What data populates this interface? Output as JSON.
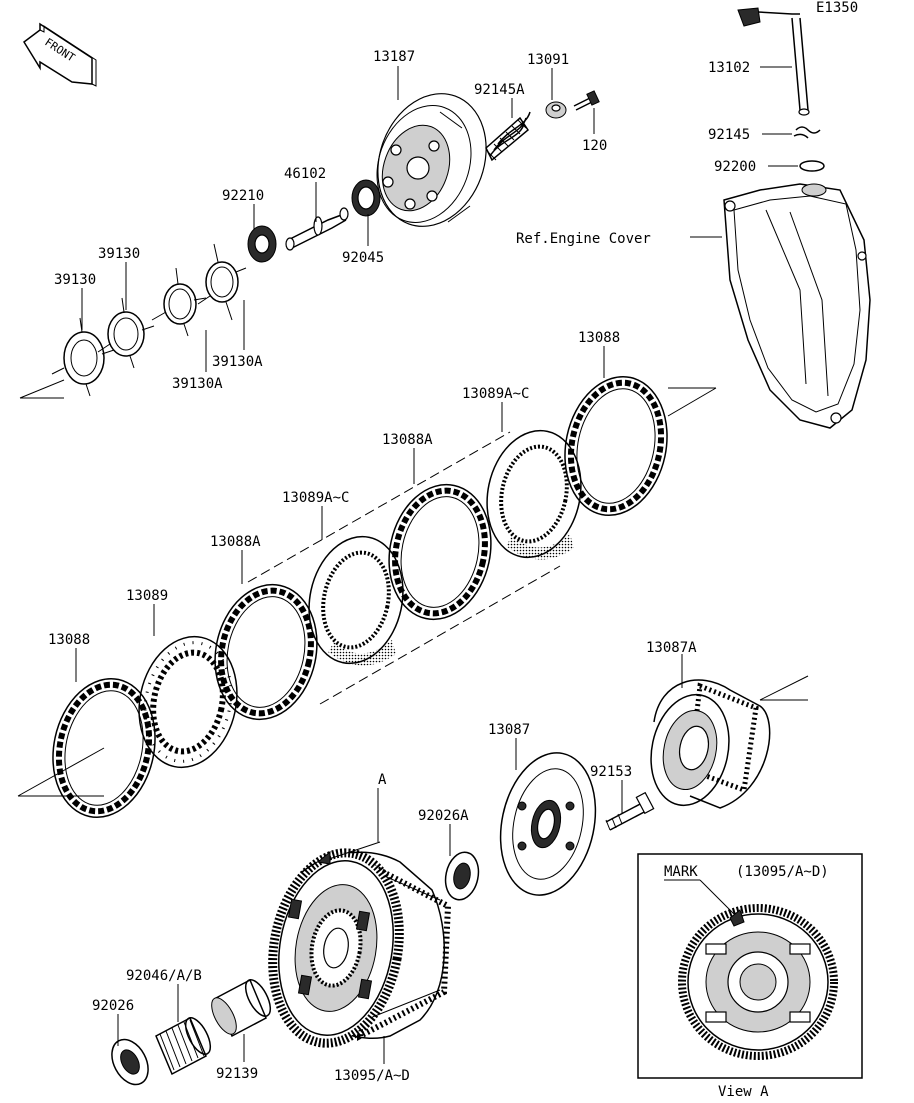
{
  "diagram_code": "E1350",
  "front_label": "FRONT",
  "labels": {
    "p13187": "13187",
    "p13091": "13091",
    "p92145A": "92145A",
    "p120": "120",
    "p13102": "13102",
    "p92145": "92145",
    "p92200": "92200",
    "p46102": "46102",
    "p92210": "92210",
    "p92045": "92045",
    "p39130_top": "39130",
    "p39130_left": "39130",
    "p39130A_right": "39130A",
    "p39130A_bottom": "39130A",
    "ref_engine_cover": "Ref.Engine Cover",
    "p13088_top": "13088",
    "p13089AC_upper": "13089A~C",
    "p13088A_upper": "13088A",
    "p13089AC_lower": "13089A~C",
    "p13088A_lower": "13088A",
    "p13089": "13089",
    "p13088_left": "13088",
    "p13087A": "13087A",
    "p13087": "13087",
    "p92153": "92153",
    "p92026A": "92026A",
    "letter_A": "A",
    "p92046AB": "92046/A/B",
    "p92026": "92026",
    "p92139": "92139",
    "p13095AD": "13095/A~D"
  },
  "inset": {
    "mark_label": "MARK",
    "mark_ref": "(13095/A~D)",
    "caption": "View A"
  }
}
